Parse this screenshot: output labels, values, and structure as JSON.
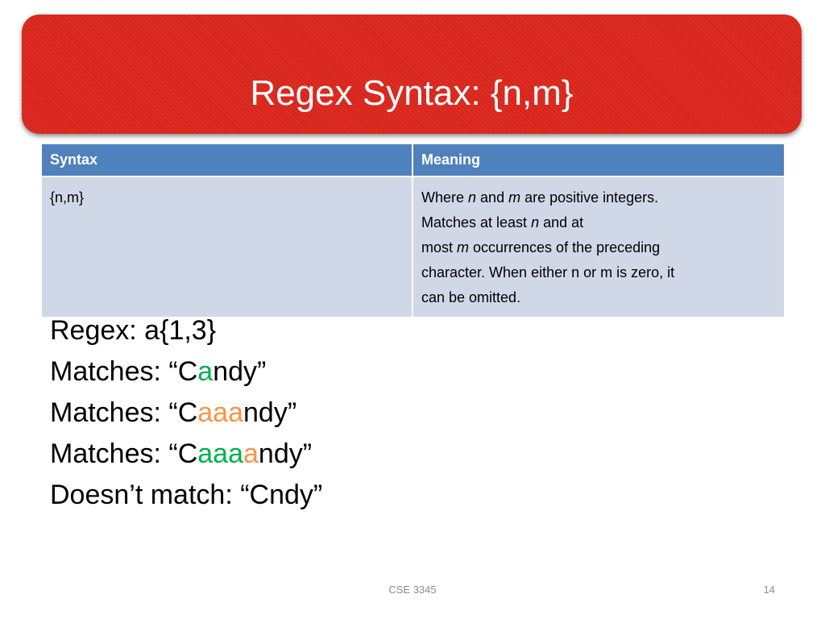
{
  "slide": {
    "title": "Regex Syntax: {n,m}",
    "colors": {
      "title_bar": "#d9261c",
      "table_header": "#4f81bd",
      "table_cell": "#d0d8e8",
      "highlight_green": "#00b050",
      "highlight_orange": "#f79646"
    }
  },
  "table": {
    "headers": [
      "Syntax",
      "Meaning"
    ],
    "rows": [
      {
        "syntax": "{n,m}",
        "meaning": {
          "l1_a": "Where ",
          "l1_n": "n",
          "l1_b": " and ",
          "l1_m": "m",
          "l1_c": " are positive integers.",
          "l2_a": "Matches at least ",
          "l2_n": "n",
          "l2_b": " and at",
          "l3_a": "most ",
          "l3_m": "m",
          "l3_b": " occurrences of the preceding",
          "l4": "character. When either n or m is zero, it",
          "l5": "can be omitted."
        }
      }
    ]
  },
  "examples": {
    "regex": "Regex: a{1,3}",
    "m1": {
      "prefix": "Matches: “C",
      "g": "a",
      "suffix": "ndy”"
    },
    "m2": {
      "prefix": "Matches: “C",
      "o": "aaa",
      "suffix": "ndy”"
    },
    "m3": {
      "prefix": "Matches: “C",
      "g": "aaa",
      "o": "a",
      "suffix": "ndy”"
    },
    "nomatch": "Doesn’t match: “Cndy”"
  },
  "footer": {
    "course": "CSE 3345",
    "page": "14"
  }
}
